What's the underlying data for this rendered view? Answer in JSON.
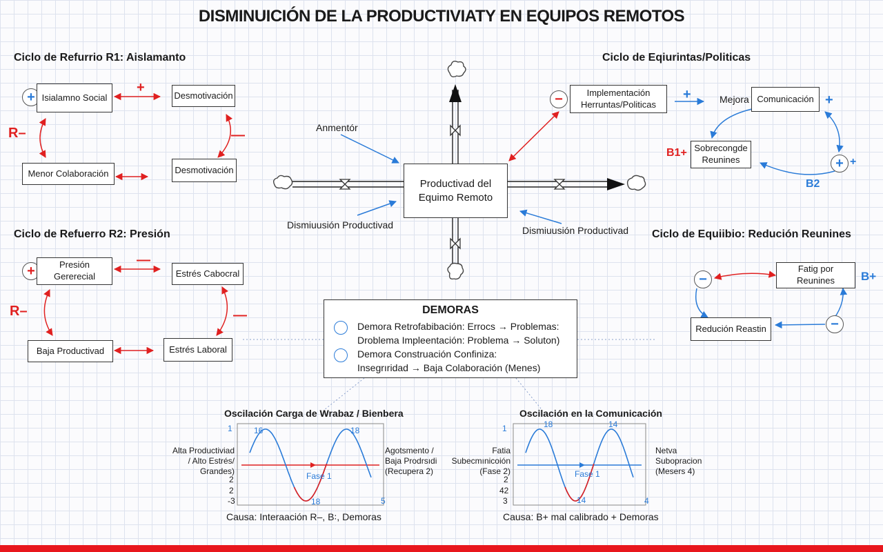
{
  "title": "DISMINUICIÓN DE LA PRODUCTIVIATY EN EQUIPOS REMOTOS",
  "sections": {
    "r1": "Ciclo de Refurrio R1: Aislamanto",
    "r2": "Ciclo de Refuerro R2: Presión",
    "policies": "Ciclo de Eqiurintas/Politicas",
    "balance": "Ciclo de Equiibio: Redución Reunines"
  },
  "r1": {
    "box_isolation": "Isialamno Social",
    "box_demot1": "Desmotivación",
    "box_demot2": "Desmotivación",
    "box_collab": "Menor Colaboración",
    "circle": "+",
    "sign_top": "+",
    "sign_right": "—",
    "loop_label": "R–"
  },
  "r2": {
    "box_pressure": "Presión Gererecial",
    "box_stress1": "Estrés Cabocral",
    "box_stress2": "Estrés Laboral",
    "box_lowprod": "Baja Productivad",
    "circle": "+",
    "sign_top": "—",
    "sign_right": "—",
    "loop_label": "R–"
  },
  "center": {
    "stock": "Productivad del Equimo Remoto",
    "label_aumento": "Anmentór",
    "label_dism_left": "Dismiuusión Productivad",
    "label_dism_right": "Dismiuusión Productivad"
  },
  "policies": {
    "circle": "−",
    "box_impl": "Implementación Herruntas/Politicas",
    "sign_plus1": "+",
    "mejora": "Mejora",
    "box_comm": "Comunicación",
    "sign_plus2": "+",
    "box_overload": "Sobrecongde Reunines",
    "b1": "B1",
    "b1_sign": "+",
    "circle2": "+",
    "circle2_sign": "+",
    "b2": "B2"
  },
  "balance": {
    "circle_top": "−",
    "box_fatigue": "Fatig por Reunines",
    "b_plus": "B+",
    "box_reduction": "Redución Reastin",
    "circle_bottom": "−"
  },
  "demoras": {
    "title": "DEMORAS",
    "line1": "Demora Retrofabibación: Errocs → Problemas:",
    "line2": "Droblema Impleentación: Problema → Soluton)",
    "line3": "Demora Construación Confiniza:",
    "line4": "Insegrıridad → Baja Colaboración (Menes)"
  },
  "chart_left": {
    "title": "Oscilación Carga de Wrabaz / Bienbera",
    "left_label": "Alta Productiviad / Alto Estrés/ Grandes)",
    "right_label": "Agotsmento / Baja Prodrsıdi (Recupera 2)",
    "peak1": "16",
    "peak2": "18",
    "trough": "18",
    "phase": "Fase 1",
    "y_top": "1",
    "y_mid1": "2",
    "y_mid2": "2",
    "y_bot": "-3",
    "y_right": "5",
    "caption": "Causa: Interaación R–, B꞉, Demoras"
  },
  "chart_right": {
    "title": "Oscilación en la Comunicación",
    "left_label": "Fatia Subecmınicoión (Fase 2)",
    "right_label": "Netva Subopracion (Mesers 4)",
    "peak1": "18",
    "peak2": "14",
    "trough": "14",
    "phase": "Fase 1",
    "y_top": "1",
    "y_mid1": "2",
    "y_mid2": "42",
    "y_bot": "3",
    "y_right": "4",
    "caption": "Causa: B+ mal calibrado + Demoras"
  },
  "colors": {
    "red": "#e02020",
    "blue": "#2a7bd8",
    "dark": "#222222",
    "bar": "#e8161c"
  }
}
